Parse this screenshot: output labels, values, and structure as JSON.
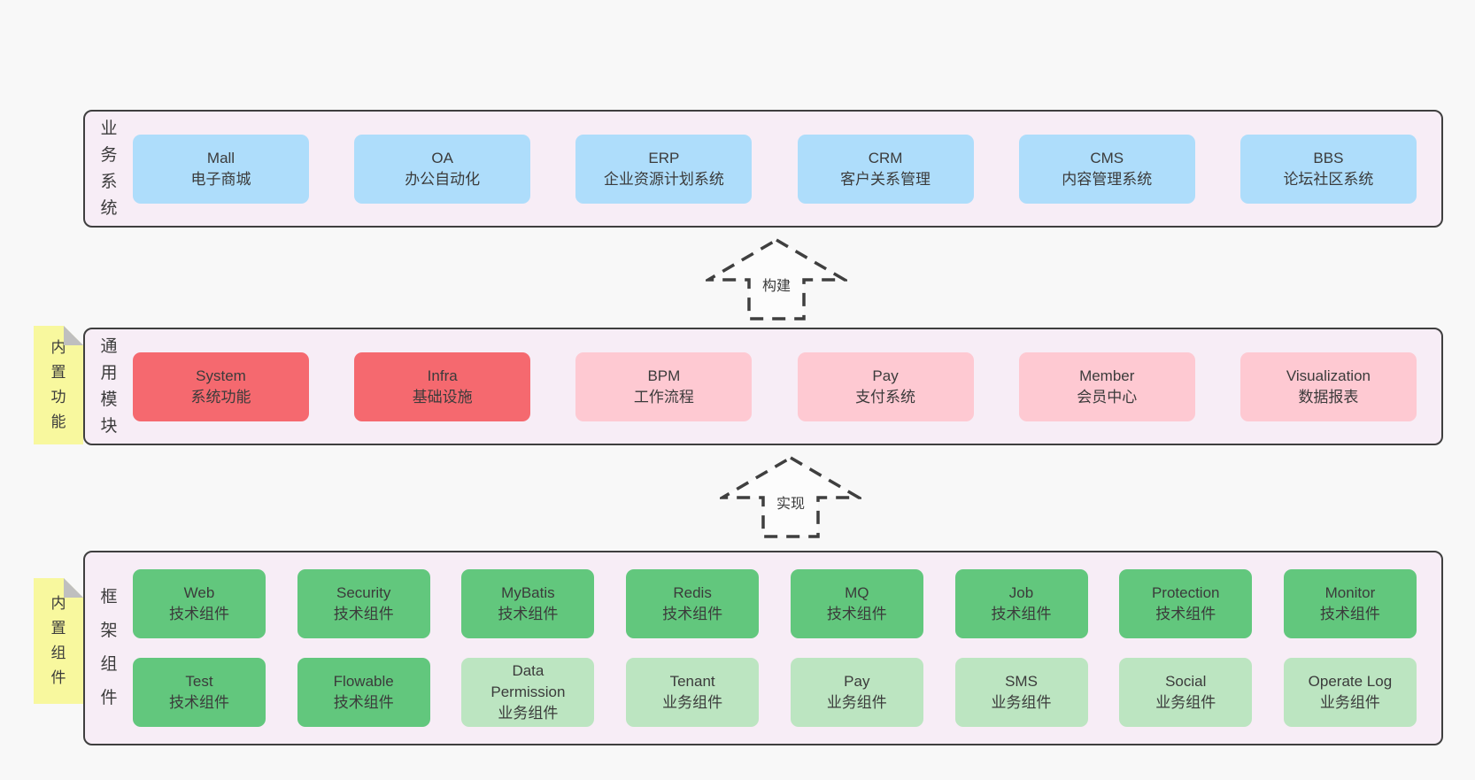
{
  "diagram": {
    "palette": {
      "page_bg": "#f8f8f8",
      "band_bg": "#f7edf6",
      "band_border": "#3f3f3f",
      "blue_box": "#aeddfb",
      "red_box": "#f5696f",
      "pink_box": "#fec9d2",
      "green_box": "#62c77d",
      "light_green_box": "#bce5c1",
      "sticky_yellow": "#f8f89e",
      "text": "#3b3b3b"
    },
    "arrows": [
      {
        "label": "构建"
      },
      {
        "label": "实现"
      }
    ],
    "bands": [
      {
        "label": "业务系统",
        "boxes": [
          {
            "name": "Mall",
            "desc": "电子商城"
          },
          {
            "name": "OA",
            "desc": "办公自动化"
          },
          {
            "name": "ERP",
            "desc": "企业资源计划系统"
          },
          {
            "name": "CRM",
            "desc": "客户关系管理"
          },
          {
            "name": "CMS",
            "desc": "内容管理系统"
          },
          {
            "name": "BBS",
            "desc": "论坛社区系统"
          }
        ]
      },
      {
        "label": "通用模块",
        "sticky": "内置功能",
        "boxes": [
          {
            "name": "System",
            "desc": "系统功能"
          },
          {
            "name": "Infra",
            "desc": "基础设施"
          },
          {
            "name": "BPM",
            "desc": "工作流程"
          },
          {
            "name": "Pay",
            "desc": "支付系统"
          },
          {
            "name": "Member",
            "desc": "会员中心"
          },
          {
            "name": "Visualization",
            "desc": "数据报表"
          }
        ]
      },
      {
        "label": "框架组件",
        "sticky": "内置组件",
        "rows": [
          [
            {
              "name": "Web",
              "desc": "技术组件"
            },
            {
              "name": "Security",
              "desc": "技术组件"
            },
            {
              "name": "MyBatis",
              "desc": "技术组件"
            },
            {
              "name": "Redis",
              "desc": "技术组件"
            },
            {
              "name": "MQ",
              "desc": "技术组件"
            },
            {
              "name": "Job",
              "desc": "技术组件"
            },
            {
              "name": "Protection",
              "desc": "技术组件"
            },
            {
              "name": "Monitor",
              "desc": "技术组件"
            }
          ],
          [
            {
              "name": "Test",
              "desc": "技术组件"
            },
            {
              "name": "Flowable",
              "desc": "技术组件"
            },
            {
              "name": "Data Permission",
              "desc": "业务组件"
            },
            {
              "name": "Tenant",
              "desc": "业务组件"
            },
            {
              "name": "Pay",
              "desc": "业务组件"
            },
            {
              "name": "SMS",
              "desc": "业务组件"
            },
            {
              "name": "Social",
              "desc": "业务组件"
            },
            {
              "name": "Operate Log",
              "desc": "业务组件"
            }
          ]
        ]
      }
    ]
  }
}
